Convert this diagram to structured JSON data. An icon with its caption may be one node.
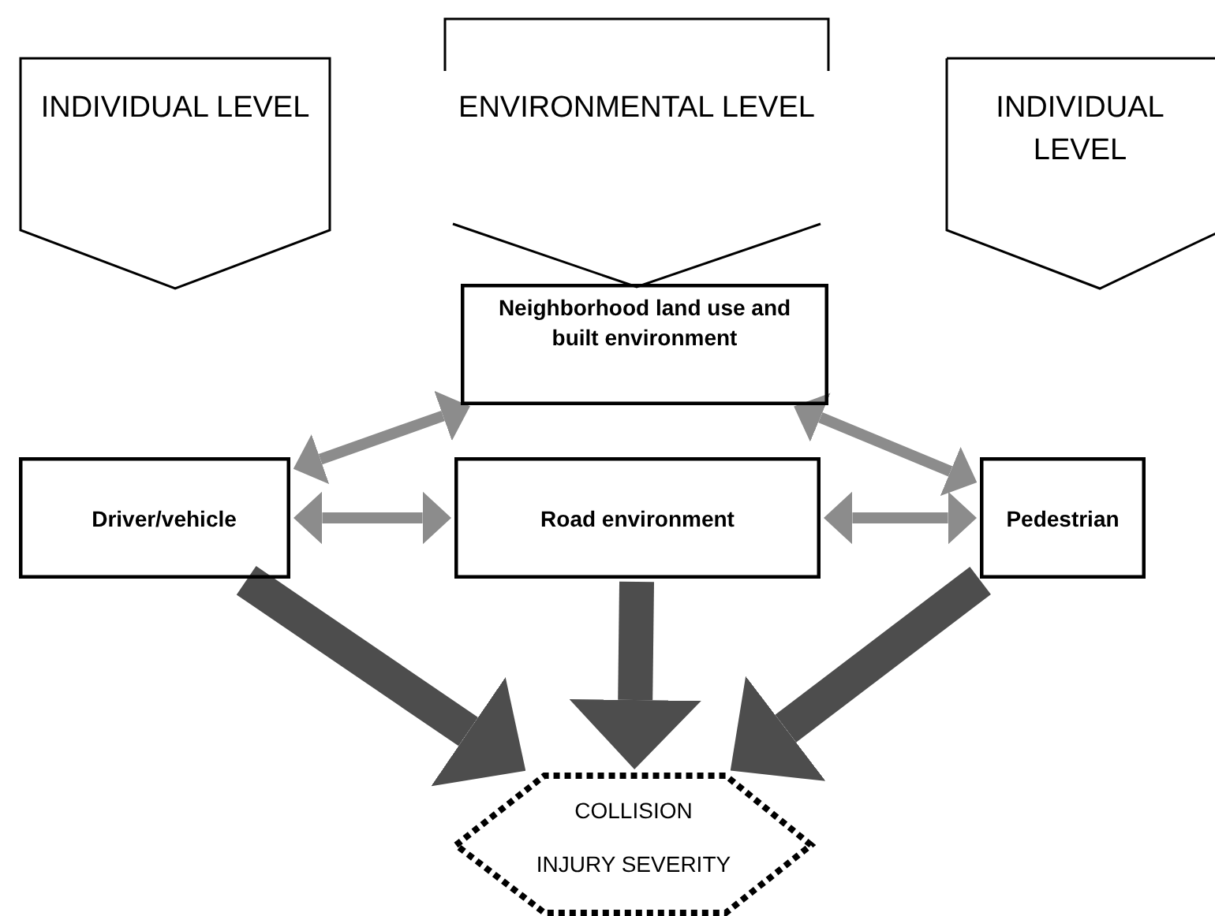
{
  "diagram": {
    "nodes": [
      {
        "text": [
          "INDIVIDUAL LEVEL"
        ]
      },
      {
        "text": [
          "ENVIRONMENTAL LEVEL"
        ]
      },
      {
        "text": [
          "INDIVIDUAL LEVEL"
        ]
      },
      {
        "text": [
          "Neighborhood land use and built environment"
        ]
      },
      {
        "text": [
          "Driver/vehicle"
        ]
      },
      {
        "text": [
          "Road environment"
        ]
      },
      {
        "text": [
          "Pedestrian"
        ]
      },
      {
        "text": [
          "COLLISION",
          "INJURY SEVERITY"
        ]
      }
    ],
    "edges": [
      {
        "from": 4,
        "to": 3,
        "arrow": "both"
      },
      {
        "from": 3,
        "to": 6,
        "arrow": "both"
      },
      {
        "from": 4,
        "to": 5,
        "arrow": "both"
      },
      {
        "from": 5,
        "to": 6,
        "arrow": "both"
      },
      {
        "from": 4,
        "to": 7,
        "arrow": "to",
        "style": "thick",
        "color": "#4d4d4d"
      },
      {
        "from": 5,
        "to": 7,
        "arrow": "to",
        "style": "thick",
        "color": "#4d4d4d"
      },
      {
        "from": 6,
        "to": 7,
        "arrow": "to",
        "style": "thick",
        "color": "#4d4d4d"
      }
    ]
  }
}
